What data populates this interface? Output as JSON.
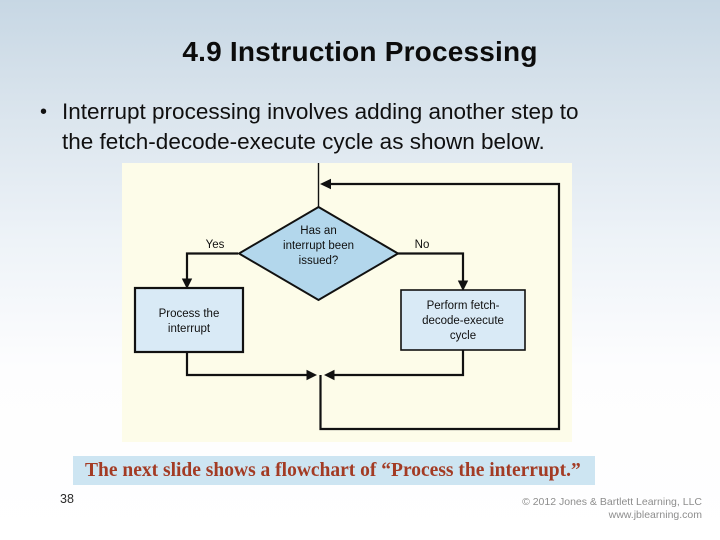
{
  "slide": {
    "title": "4.9 Instruction Processing",
    "bullet": {
      "marker": "•",
      "lines": [
        "Interrupt processing involves adding another step to",
        "the fetch-decode-execute cycle as shown below."
      ]
    },
    "note": "The next slide shows a flowchart of “Process the interrupt.”",
    "page_number": "38",
    "copyright": {
      "line1": "© 2012 Jones & Bartlett Learning, LLC",
      "line2": "www.jblearning.com"
    }
  },
  "flowchart": {
    "decision": {
      "lines": [
        "Has an",
        "interrupt been",
        "issued?"
      ]
    },
    "branches": {
      "yes": "Yes",
      "no": "No"
    },
    "process_interrupt_box": {
      "lines": [
        "Process the",
        "interrupt"
      ]
    },
    "fetch_decode_execute_box": {
      "lines": [
        "Perform fetch-",
        "decode-execute",
        "cycle"
      ]
    },
    "colors": {
      "figure_background": "#fdfce9",
      "diamond_fill": "#b3d7ec",
      "box_fill": "#d9eaf6",
      "line": "#111111"
    }
  },
  "colors": {
    "note_background": "#cde5f2",
    "note_text": "#a33b24",
    "gradient_top": "#c7d7e4",
    "gradient_bottom": "#ffffff"
  }
}
